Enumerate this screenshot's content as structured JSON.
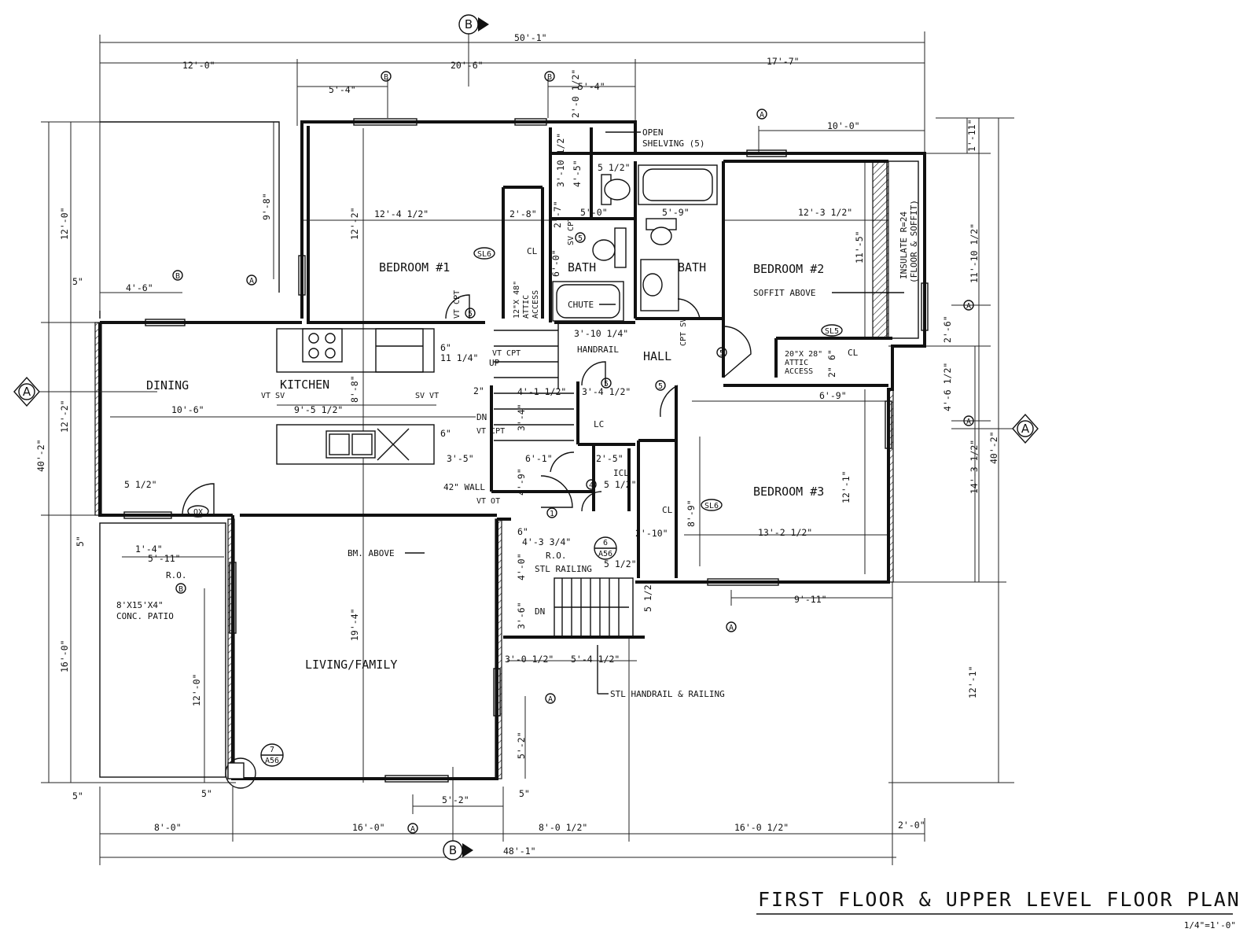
{
  "title": "FIRST FLOOR & UPPER LEVEL FLOOR PLAN",
  "scale": "1/4\"=1'-0\"",
  "grid_markers": {
    "top": "B",
    "bottom": "B",
    "left": "A",
    "right": "A"
  },
  "rooms": {
    "bedroom1": "BEDROOM #1",
    "bedroom2": "BEDROOM #2",
    "bedroom3": "BEDROOM #3",
    "bath1": "BATH",
    "bath2": "BATH",
    "hall": "HALL",
    "dining": "DINING",
    "kitchen": "KITCHEN",
    "living": "LIVING/FAMILY",
    "cl1": "CL",
    "cl2": "CL",
    "cl3": "CL",
    "lc": "LC",
    "icl": "ICL"
  },
  "notes": {
    "open_shelving_1": "OPEN",
    "open_shelving_2": "SHELVING (5)",
    "insulate_1": "INSULATE R=24",
    "insulate_2": "(FLOOR & SOFFIT)",
    "soffit_above": "SOFFIT ABOVE",
    "chute": "CHUTE",
    "handrail": "HANDRAIL",
    "attic_access_a": "12\"X 48\"",
    "attic_access_b": "ATTIC",
    "attic_access_c": "ACCESS",
    "attic_access2_a": "20\"X 28\"",
    "attic_access2_b": "ATTIC",
    "attic_access2_c": "ACCESS",
    "bm_above": "BM. ABOVE",
    "wall42": "42\" WALL",
    "patio_1": "8'X15'X4\"",
    "patio_2": "CONC. PATIO",
    "ro_1": "R.O.",
    "ro_2": "R.O.",
    "stl_railing": "STL RAILING",
    "stl_handrail": "STL HANDRAIL & RAILING",
    "up": "UP",
    "dn1": "DN",
    "dn2": "DN",
    "vt_cpt1": "VT CPT",
    "vt_cpt2": "VT CPT",
    "vt_cpt3": "VT CPT",
    "vt_ot": "VT OT",
    "vt_sv1": "VT SV",
    "sv_vt": "SV VT",
    "cpt_sv": "CPT SV",
    "sv_cpt": "SV CPT",
    "ox": "OX"
  },
  "tags": {
    "sl6a": "SL6",
    "sl6b": "SL6",
    "sl5": "SL5",
    "sec6": "6",
    "sec6s": "A56",
    "sec7": "7",
    "sec7s": "A56",
    "d1": "5",
    "d2": "5",
    "d3": "5",
    "d4": "5",
    "d5": "5",
    "d6": "4",
    "d7": "1",
    "ga": "A",
    "gb": "B"
  },
  "dims": {
    "top_total": "50'-1\"",
    "top_12": "12'-0\"",
    "top_20": "20'-6\"",
    "top_17": "17'-7\"",
    "top_54a": "5'-4\"",
    "top_54b": "5'-4\"",
    "top_2012": "2'-0 1/2\"",
    "top_100": "10'-0\"",
    "r_111": "1'-11\"",
    "r_11": "11'-10 1/2\"",
    "r_26": "2'-6\"",
    "r_465": "4'-6 1/2\"",
    "r_1431": "14'-3 1/2\"",
    "r_402": "40'-2\"",
    "r_121": "12'-1\"",
    "l_120": "12'-0\"",
    "l_122": "12'-2\"",
    "l_402": "40'-2\"",
    "l_160": "16'-0\"",
    "l_5a": "5\"",
    "l_5b": "5\"",
    "l_5c": "5\"",
    "b_80": "8'-0\"",
    "b_160": "16'-0\"",
    "b_8012": "8'-0 1/2\"",
    "b_16012": "16'-0 1/2\"",
    "b_20": "2'-0\"",
    "b_481": "48'-1\"",
    "b_52": "5'-2\"",
    "b_5d": "5\"",
    "b_5e": "5\"",
    "i_98": "9'-8\"",
    "i_46": "4'-6\"",
    "i_1241": "12'-4 1/2\"",
    "i_122": "12'-2\"",
    "i_28": "2'-8\"",
    "i_31012": "3'-10 1/2\"",
    "i_27": "2'-7\"",
    "i_45": "4'-5\"",
    "i_512": "5 1/2\"",
    "i_50": "5'-0\"",
    "i_60": "6'-0\"",
    "i_59": "5'-9\"",
    "i_12312": "12'-3 1/2\"",
    "i_115": "11'-5\"",
    "i_31014": "3'-10 1/4\"",
    "i_6a": "6\"",
    "i_1114": "11 1/4\"",
    "i_2a": "2\"",
    "i_4112": "4'-1 1/2\"",
    "i_3412": "3'-4 1/2\"",
    "i_34": "3'-4\"",
    "i_88": "8'-8\"",
    "i_106": "10'-6\"",
    "i_9512": "9'-5 1/2\"",
    "i_6b": "6\"",
    "i_35": "3'-5\"",
    "i_61": "6'-1\"",
    "i_25": "2'-5\"",
    "i_5512": "5 1/2\"",
    "i_49": "4'-9\"",
    "i_512b": "5 1/2\"",
    "i_67": "6'-9\"",
    "i_89": "8'-9\"",
    "i_121": "12'-1\"",
    "i_13212": "13'-2 1/2\"",
    "i_210": "2'-10\"",
    "i_4334": "4'-3 3/4\"",
    "i_6c": "6\"",
    "i_40": "4'-0\"",
    "i_36": "3'-6\"",
    "i_512c": "5 1/2\"",
    "i_512d": "5 1/2\"",
    "i_911": "9'-11\"",
    "i_3012": "3'-0 1/2\"",
    "i_5412": "5'-4 1/2\"",
    "i_52b": "5'-2\"",
    "i_14": "1'-4\"",
    "i_511": "5'-11\"",
    "i_120b": "12'-0\"",
    "i_194": "19'-4\"",
    "i_2fl": "2\"",
    "i_6d": "6\""
  }
}
